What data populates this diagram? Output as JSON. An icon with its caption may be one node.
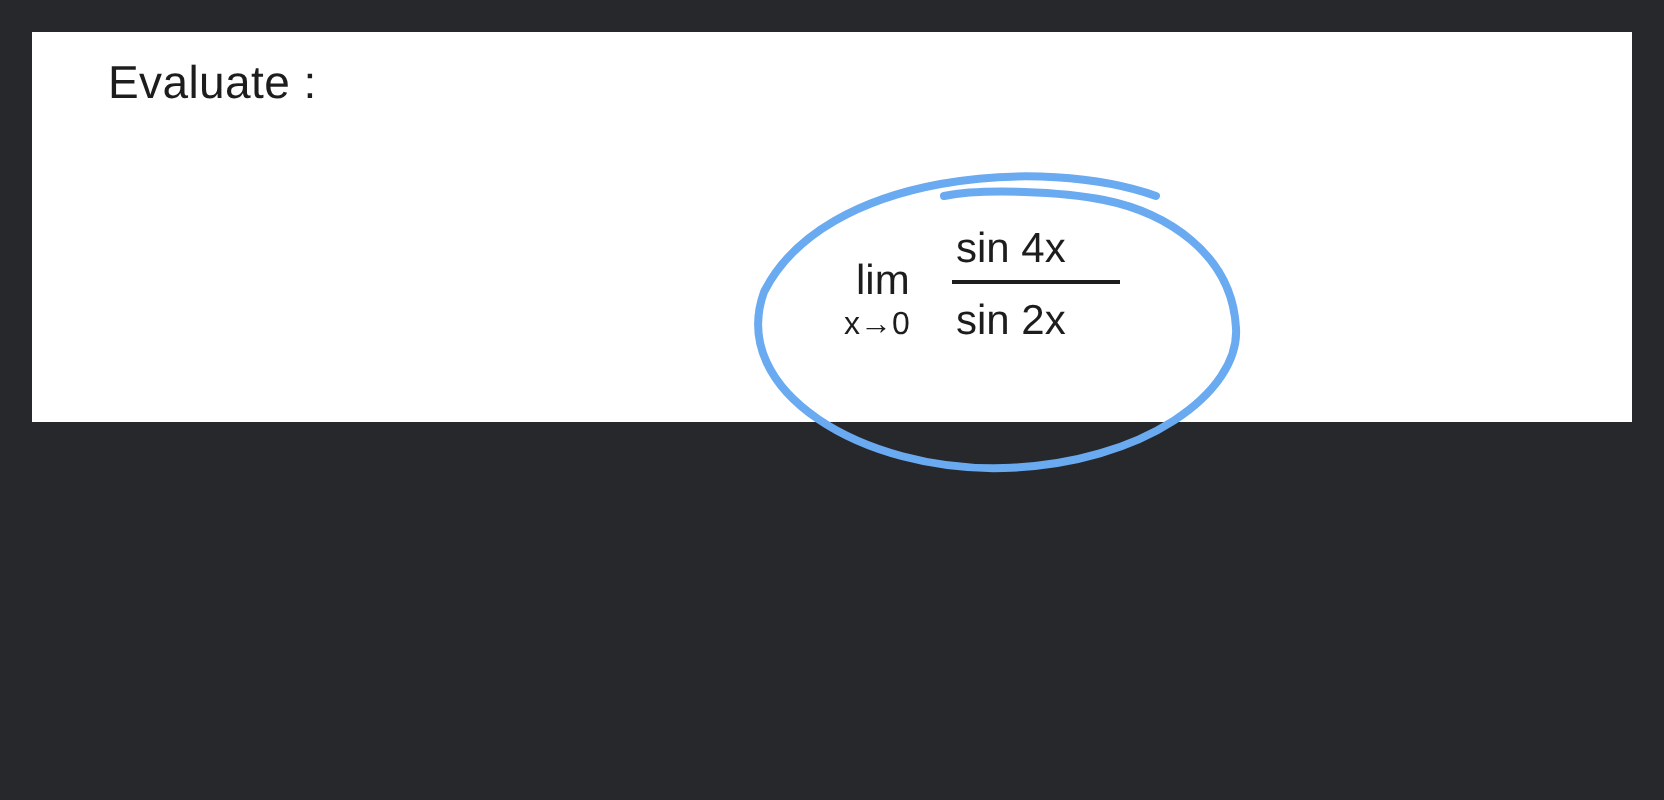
{
  "diagram": {
    "nodes": [
      {
        "text": [
          "lim",
          "x→0",
          "sin 4x",
          "sin 2x"
        ]
      }
    ],
    "labels": [
      "Evaluate :"
    ]
  }
}
